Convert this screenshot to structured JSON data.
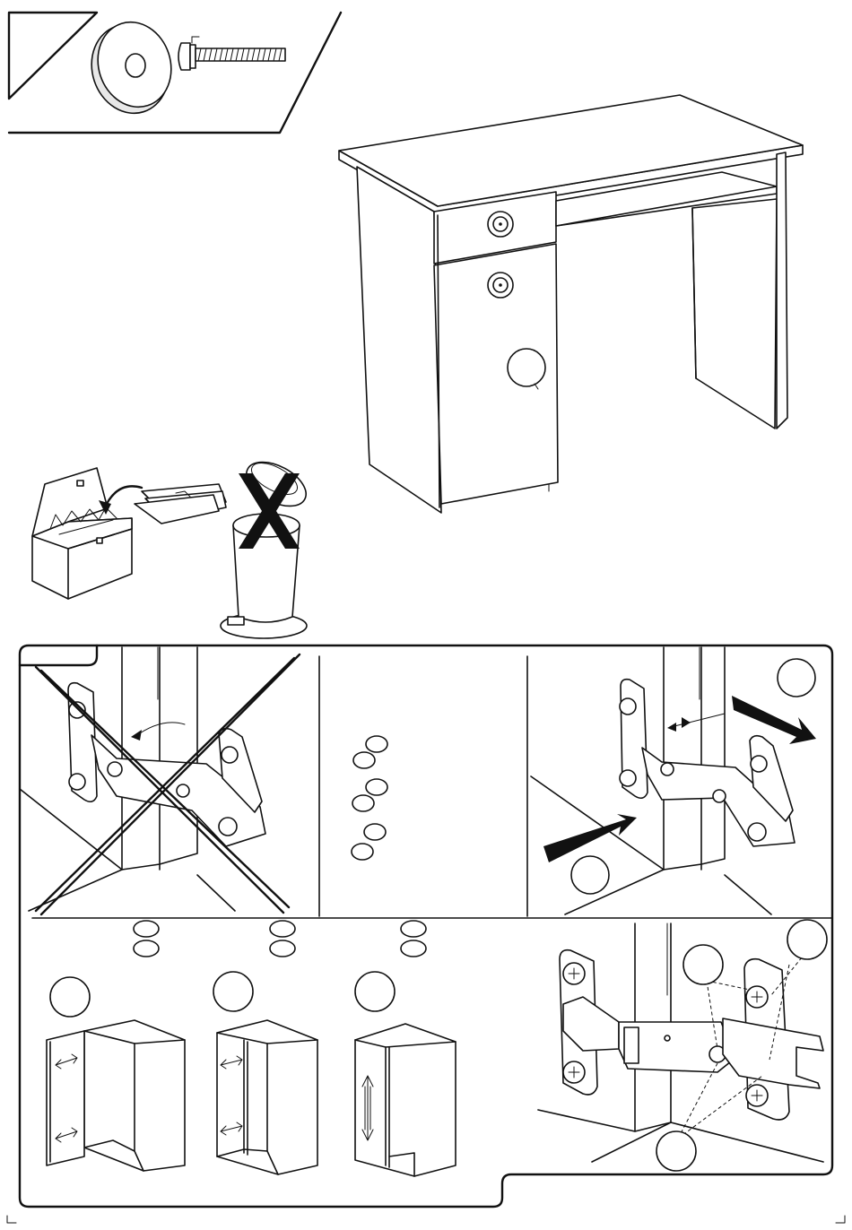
{
  "document": {
    "type": "assembly-instruction-sheet",
    "text": []
  },
  "sections": {
    "fitting_legend": {
      "icons": [
        "triangle-corner-icon",
        "washer-icon",
        "screw-icon"
      ]
    },
    "desk_illustration": {
      "callouts": [
        "knob-callout",
        "knob-callout",
        "part-callout"
      ]
    },
    "recycling_notice": {
      "icons": [
        "file-box-icon",
        "documents-icon",
        "trash-bin-icon",
        "prohibited-x-icon"
      ]
    },
    "hinge_adjustment": {
      "panels": [
        "incorrect-hinge-panel",
        "adjustment-sequence-panel",
        "correct-hinge-panel"
      ],
      "door_examples": [
        "door-example-1",
        "door-example-2",
        "door-example-3"
      ],
      "hinge_detail": "hinge-closeup-panel"
    }
  }
}
